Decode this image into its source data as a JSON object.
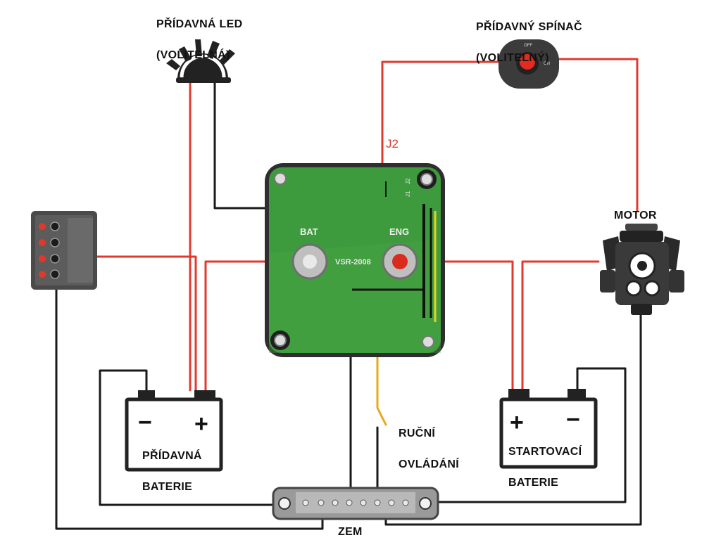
{
  "labels": {
    "led_line1": "PŘÍDAVNÁ LED",
    "led_line2": "(VOLITELNÁ)",
    "switch_line1": "PŘÍDAVNÝ SPÍNAČ",
    "switch_line2": "(VOLITELNÝ)",
    "motor": "MOTOR",
    "manual_line1": "RUČNÍ",
    "manual_line2": "OVLÁDÁNÍ",
    "ground": "ZEM",
    "aux_battery_line1": "PŘÍDAVNÁ",
    "aux_battery_line2": "BATERIE",
    "start_battery_line1": "STARTOVACÍ",
    "start_battery_line2": "BATERIE",
    "j2_wire": "J2"
  },
  "relay": {
    "bat": "BAT",
    "eng": "ENG",
    "model": "VSR-2008",
    "j1": "J1",
    "j2": "J2"
  },
  "switch": {
    "off": "OFF",
    "on": "ON"
  },
  "battery_signs": {
    "minus": "−",
    "plus": "+"
  },
  "colors": {
    "wire_red": "#e03a2f",
    "wire_black": "#1a1a1a",
    "wire_yellow": "#e8a91c",
    "relay_board": "#3d9a3d",
    "relay_frame": "#2e2e2e"
  }
}
